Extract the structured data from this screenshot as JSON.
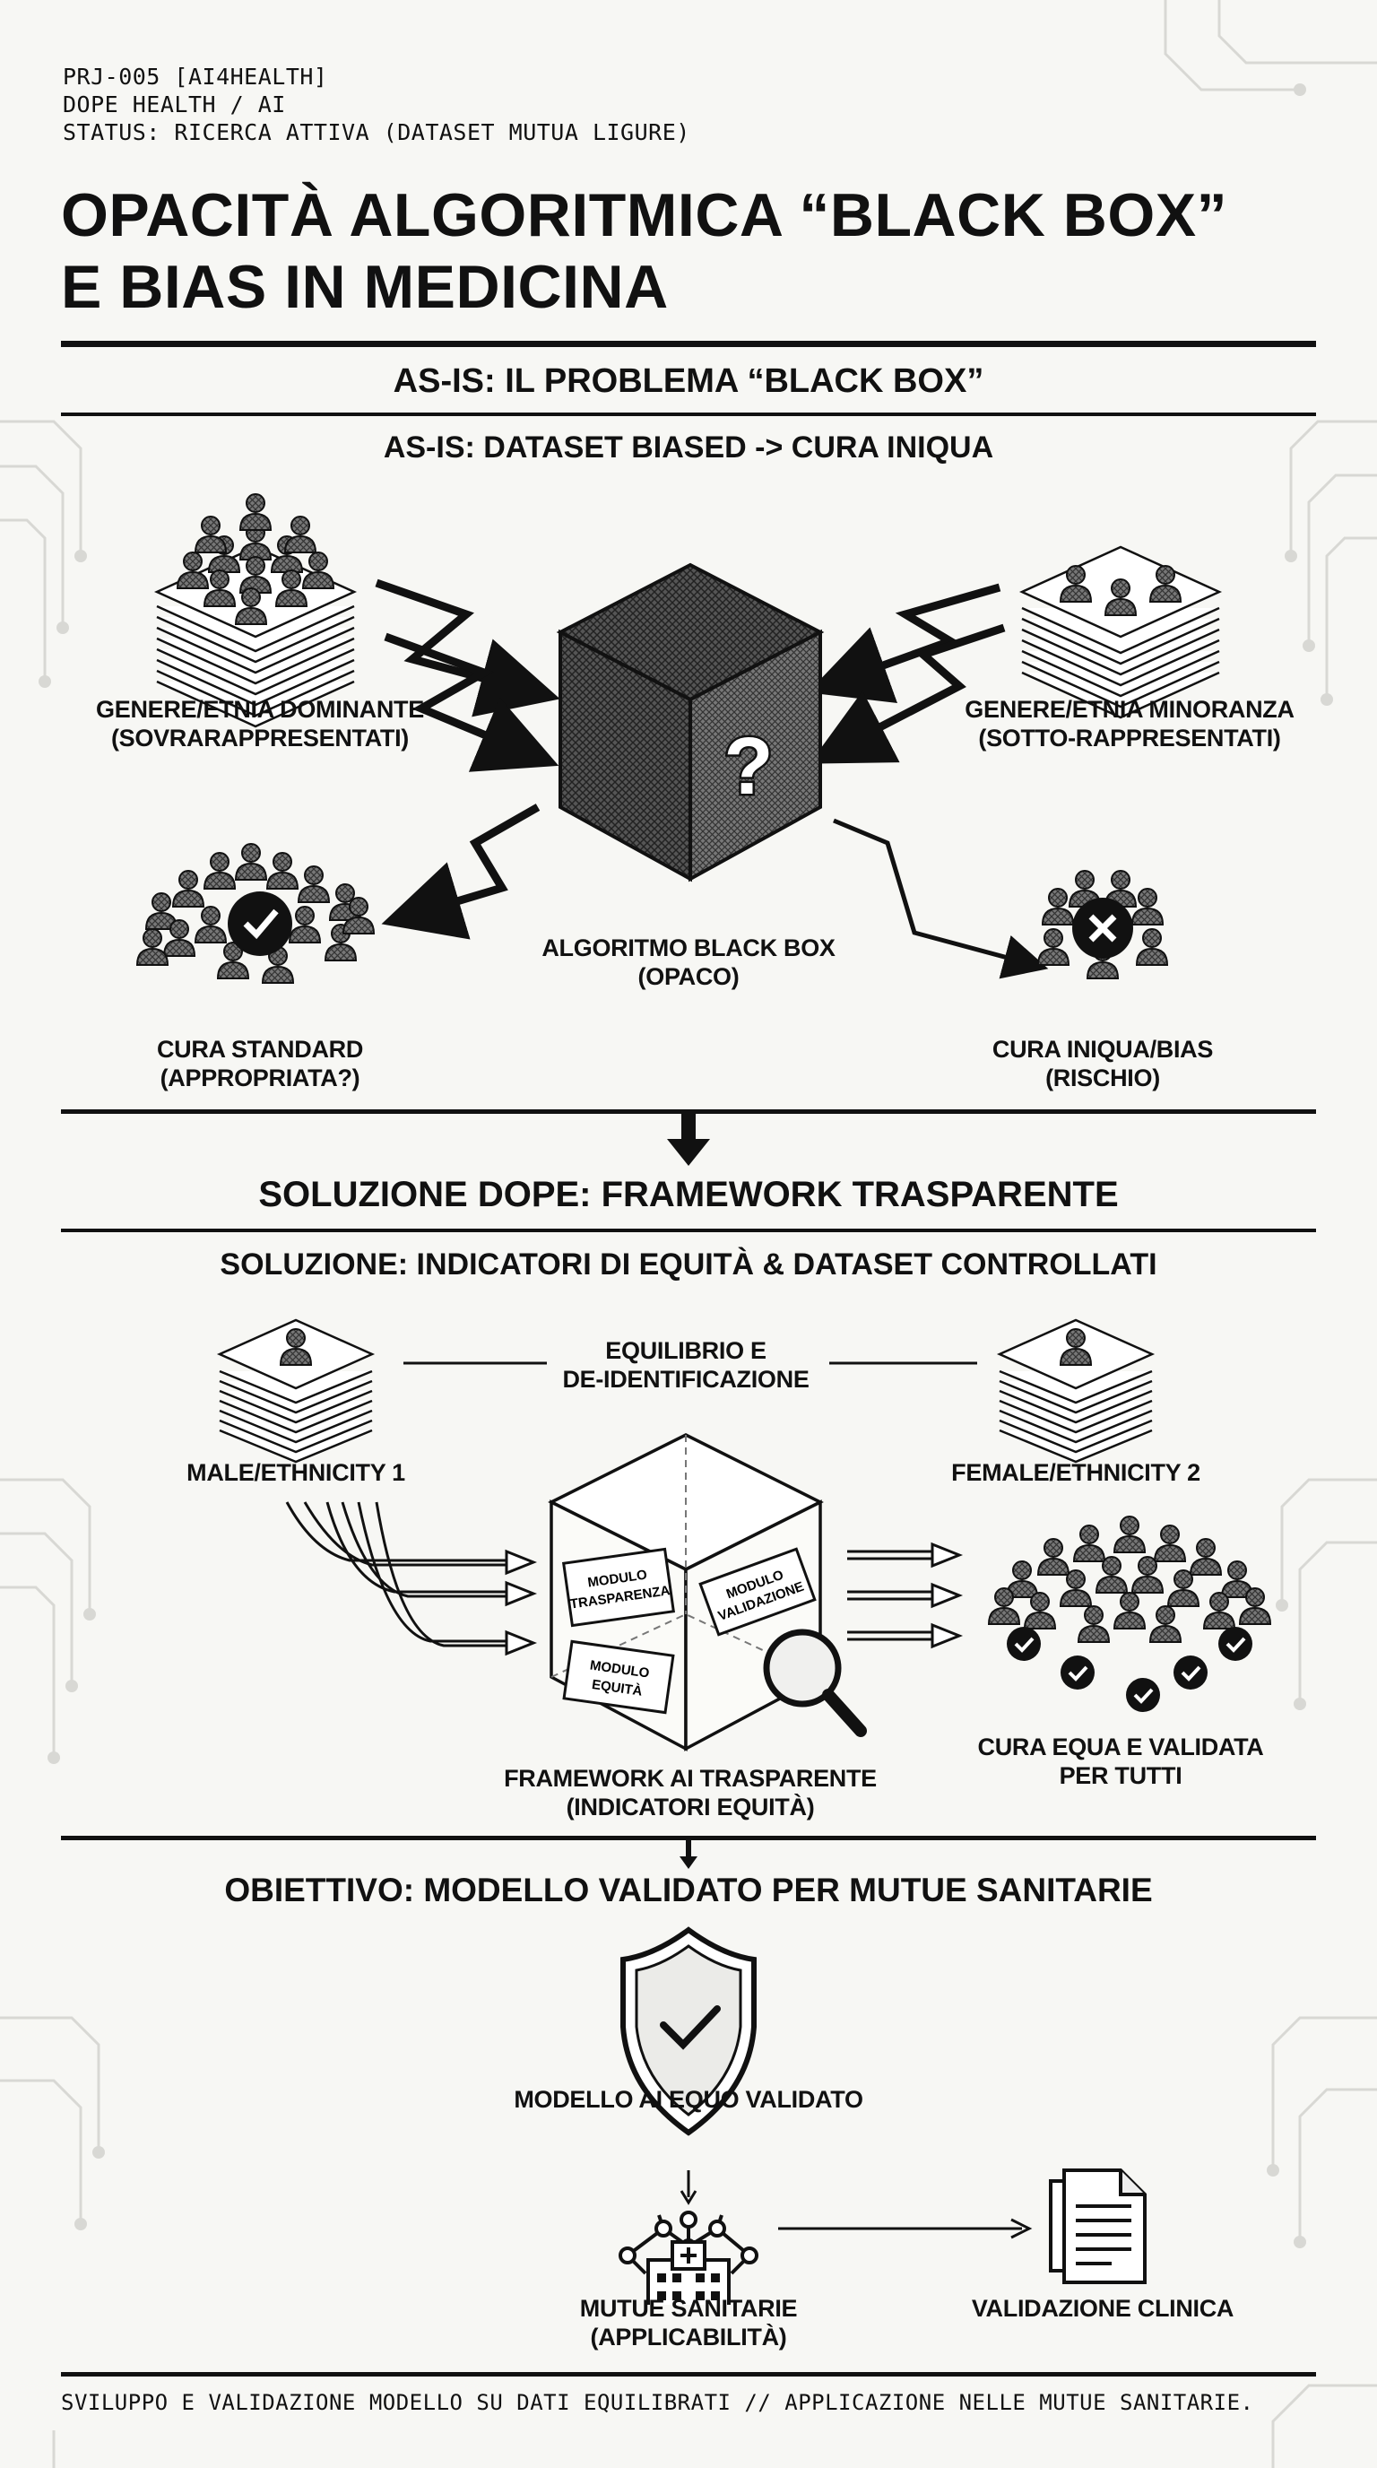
{
  "meta": {
    "project": "PRJ-005 [AI4HEALTH]",
    "org": "DOPE HEALTH / AI",
    "status": "STATUS: RICERCA ATTIVA (DATASET MUTUA LIGURE)"
  },
  "title": {
    "line1": "OPACITÀ ALGORITMICA “BLACK BOX”",
    "line2": "E BIAS IN MEDICINA"
  },
  "asis": {
    "heading": "AS-IS: IL PROBLEMA “BLACK BOX”",
    "subheading": "AS-IS: DATASET BIASED -> CURA INIQUA",
    "dominant": [
      "GENERE/ETNIA DOMINANTE",
      "(SOVRARAPPRESENTATI)"
    ],
    "minority": [
      "GENERE/ETNIA MINORANZA",
      "(SOTTO-RAPPRESENTATI)"
    ],
    "blackbox": [
      "ALGORITMO BLACK BOX",
      "(OPACO)"
    ],
    "standard": [
      "CURA STANDARD",
      "(APPROPRIATA?)"
    ],
    "unfair": [
      "CURA INIQUA/BIAS",
      "(RISCHIO)"
    ],
    "question_mark": "?"
  },
  "solution": {
    "heading": "SOLUZIONE DOPE: FRAMEWORK TRASPARENTE",
    "subheading": "SOLUZIONE: INDICATORI DI EQUITÀ & DATASET CONTROLLATI",
    "balance": [
      "EQUILIBRIO E",
      "DE-IDENTIFICAZIONE"
    ],
    "male": "MALE/ETHNICITY 1",
    "female": "FEMALE/ETHNICITY 2",
    "modules": {
      "transparency": [
        "MODULO",
        "TRASPARENZA"
      ],
      "validation": [
        "MODULO",
        "VALIDAZIONE"
      ],
      "equity": [
        "MODULO",
        "EQUITÀ"
      ]
    },
    "framework": [
      "FRAMEWORK AI TRASPARENTE",
      "(INDICATORI EQUITÀ)"
    ],
    "fair_care": [
      "CURA EQUA E VALIDATA",
      "PER TUTTI"
    ]
  },
  "goal": {
    "heading": "OBIETTIVO: MODELLO VALIDATO PER MUTUE SANITARIE",
    "model": "MODELLO AI EQUO VALIDATO",
    "mutue": [
      "MUTUE SANITARIE",
      "(APPLICABILITÀ)"
    ],
    "validation": "VALIDAZIONE CLINICA"
  },
  "footer": "SVILUPPO E VALIDAZIONE MODELLO SU DATI EQUILIBRATI // APPLICAZIONE NELLE MUTUE SANITARIE.",
  "colors": {
    "ink": "#111111",
    "paper": "#f7f7f4",
    "circuit": "#d6d6d2"
  }
}
